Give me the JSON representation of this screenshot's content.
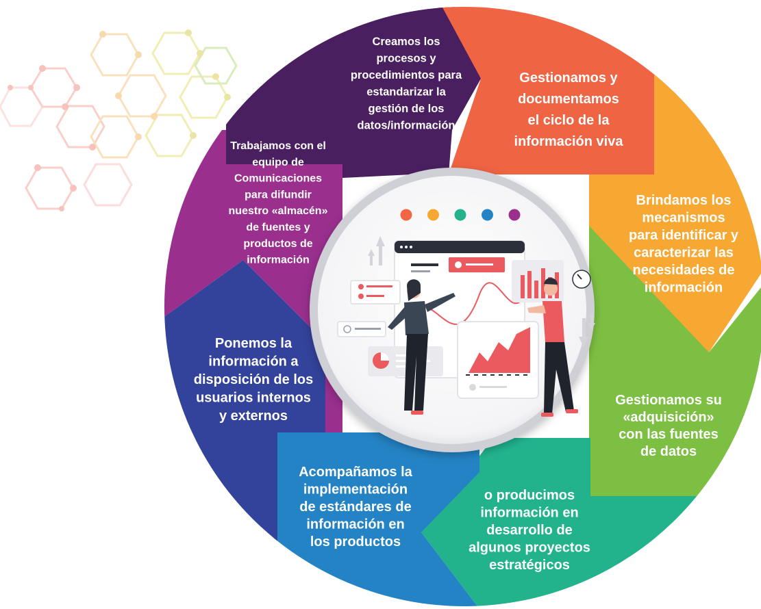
{
  "colors": {
    "dark_purple": "#4a1f5f",
    "orange_red": "#ef6443",
    "orange": "#f7a833",
    "green": "#7dbf42",
    "teal": "#22b38d",
    "blue": "#2483c5",
    "navy": "#33429a",
    "magenta": "#9a2f8e",
    "dot_colors": [
      "#f26644",
      "#f7a833",
      "#22b38d",
      "#2483c5",
      "#9a2f8e"
    ]
  },
  "segments": [
    {
      "id": "crear-procesos",
      "color_key": "dark_purple",
      "lines": [
        "Creamos los",
        "procesos y",
        "procedimientos para",
        "estandarizar la",
        "gestión de los",
        "datos/información"
      ]
    },
    {
      "id": "gestionar-ciclo",
      "color_key": "orange_red",
      "lines": [
        "Gestionamos y",
        "documentamos",
        "el ciclo de la",
        "información viva"
      ]
    },
    {
      "id": "identificar-necesidades",
      "color_key": "orange",
      "lines": [
        "Brindamos los",
        "mecanismos",
        "para identificar y",
        "caracterizar las",
        "necesidades de",
        "información"
      ]
    },
    {
      "id": "gestionar-adquisicion",
      "color_key": "green",
      "lines": [
        "Gestionamos su",
        "«adquisición»",
        "con las fuentes",
        "de datos"
      ]
    },
    {
      "id": "producir-informacion",
      "color_key": "teal",
      "lines": [
        "o producimos",
        "información en",
        "desarrollo de",
        "algunos proyectos",
        "estratégicos"
      ]
    },
    {
      "id": "acompanar-estandares",
      "color_key": "blue",
      "lines": [
        "Acompañamos la",
        "implementación",
        "de estándares de",
        "información en",
        "los productos"
      ]
    },
    {
      "id": "disponer-informacion",
      "color_key": "navy",
      "lines": [
        "Ponemos la",
        "información a",
        "disposición de los",
        "usuarios internos",
        "y externos"
      ]
    },
    {
      "id": "difundir-almacen",
      "color_key": "magenta",
      "lines": [
        "Trabajamos con el",
        "equipo de",
        "Comunicaciones",
        "para difundir",
        "nuestro «almacén»",
        "de fuentes y",
        "productos de",
        "información"
      ]
    }
  ]
}
